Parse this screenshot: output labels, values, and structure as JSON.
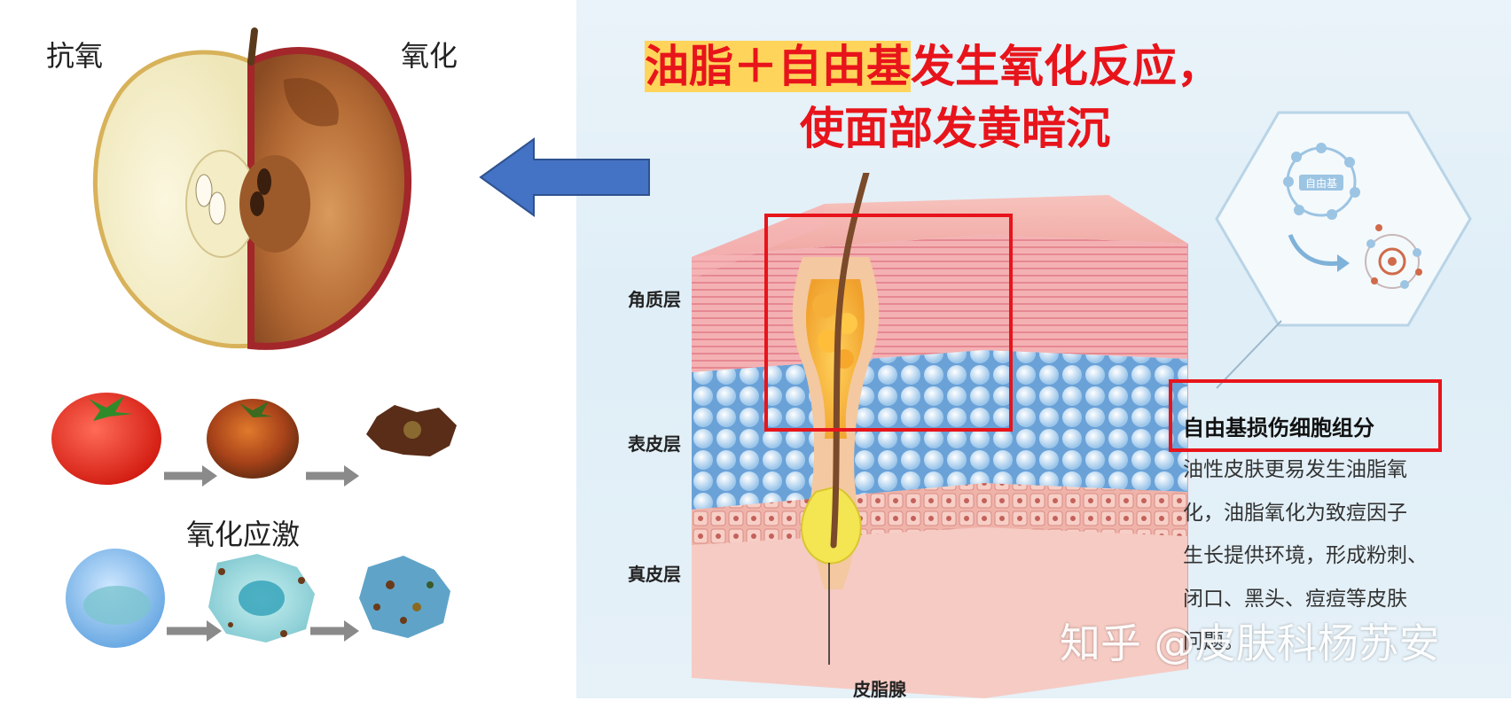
{
  "apple": {
    "label_antioxidant": "抗氧",
    "label_oxidized": "氧化"
  },
  "oxidative_stress": {
    "label": "氧化应激"
  },
  "headline": {
    "highlight": "油脂＋自由基",
    "rest": "发生氧化反应，",
    "line2": "使面部发黄暗沉"
  },
  "skin": {
    "layers": {
      "stratum_corneum": "角质层",
      "epidermis": "表皮层",
      "dermis": "真皮层"
    },
    "gland": "皮脂腺"
  },
  "hexagon": {
    "badge": "自由基"
  },
  "side_note": {
    "title": "自由基损伤细胞组分",
    "lines": [
      "油性皮肤更易发生油脂氧",
      "化，油脂氧化为致痘因子",
      "生长提供环境，形成粉刺、",
      "闭口、黑头、痘痘等皮肤",
      "问题。"
    ]
  },
  "watermark": "知乎 @皮肤科杨苏安",
  "colors": {
    "red": "#e8141b",
    "highlight": "#ffd45a",
    "arrow": "#4472c4"
  }
}
